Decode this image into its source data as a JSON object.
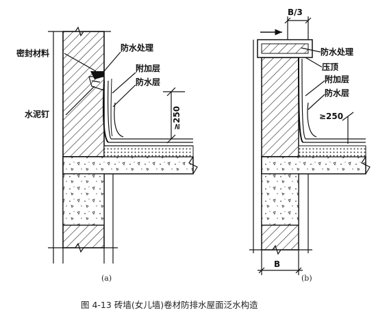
{
  "panel_a": {
    "labels": {
      "sealant": "密封材料",
      "waterproof_treatment": "防水处理",
      "additional_layer": "附加层",
      "waterproof_layer": "防水层",
      "cement_nail": "水泥钉",
      "height_dim": "≥250"
    },
    "sub_caption": "(a)"
  },
  "panel_b": {
    "labels": {
      "width_top_dim": "B/3",
      "waterproof_treatment": "防水处理",
      "coping": "压顶",
      "additional_layer": "附加层",
      "waterproof_layer": "防水层",
      "height_dim": "≥250",
      "width_dim": "B"
    },
    "sub_caption": "(b)"
  },
  "caption": "图 4-13   砖墙(女儿墙)卷材防排水屋面泛水构造"
}
